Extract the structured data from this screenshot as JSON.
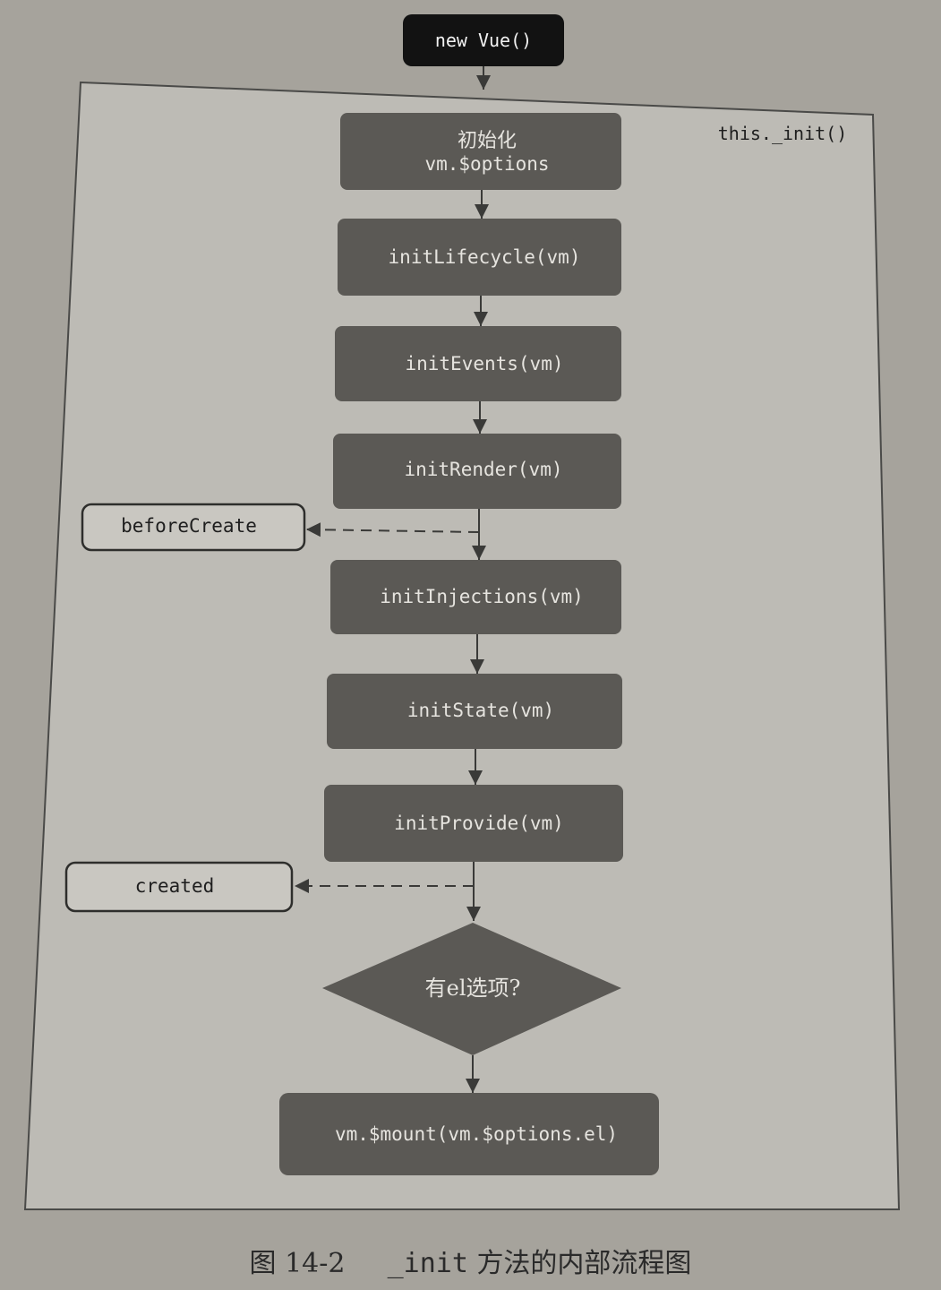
{
  "entry_label": "new Vue()",
  "container_label": "this._init()",
  "steps": [
    {
      "line1": "初始化",
      "line2": "vm.$options"
    },
    {
      "label": "initLifecycle(vm)"
    },
    {
      "label": "initEvents(vm)"
    },
    {
      "label": "initRender(vm)"
    },
    {
      "label": "initInjections(vm)"
    },
    {
      "label": "initState(vm)"
    },
    {
      "label": "initProvide(vm)"
    }
  ],
  "hooks": {
    "before_create": "beforeCreate",
    "created": "created"
  },
  "decision_label": "有el选项?",
  "mount_label": "vm.$mount(vm.$options.el)",
  "caption": {
    "figure": "图 14-2",
    "code": "_init",
    "text": "方法的内部流程图"
  },
  "colors": {
    "page": "#a6a39c",
    "container": "#bdbbb5",
    "node": "#5b5955",
    "node_text": "#e6e4df",
    "hook_fill": "#c9c7c1",
    "entry_fill": "#121212"
  }
}
